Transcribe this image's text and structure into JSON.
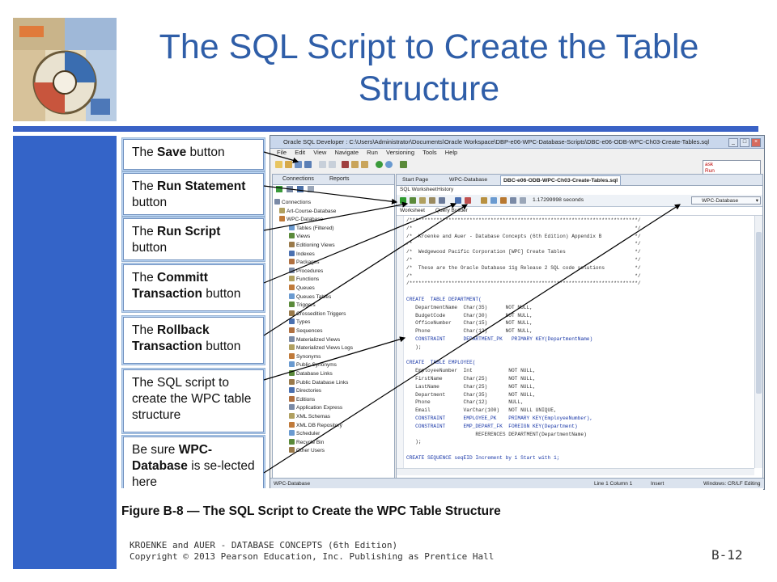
{
  "slide": {
    "title": "The SQL Script to Create the Table Structure",
    "footer_line1": "KROENKE and AUER - DATABASE CONCEPTS (6th Edition)",
    "footer_line2": "Copyright © 2013 Pearson Education, Inc. Publishing as Prentice Hall",
    "page_number": "B-12",
    "caption": "Figure B-8 — The SQL Script to Create the WPC Table Structure",
    "accent_color": "#2f5ea8",
    "bar_color": "#3464c8"
  },
  "callouts": [
    {
      "pre": "The ",
      "bold": "Save",
      "post": " button"
    },
    {
      "pre": "The ",
      "bold": "Run Statement",
      "post": " button"
    },
    {
      "pre": "The ",
      "bold": "Run Script",
      "post": " button"
    },
    {
      "pre": "The ",
      "bold": "Committ Transaction",
      "post": " button"
    },
    {
      "pre": "The ",
      "bold": "Rollback Transaction",
      "post": " button"
    },
    {
      "pre": "The SQL script to create the WPC table structure",
      "bold": "",
      "post": ""
    },
    {
      "pre": "Be sure ",
      "bold": "WPC-Database",
      "post": " is se-lected here"
    }
  ],
  "app": {
    "window_title": "Oracle SQL Developer : C:\\Users\\Administrator\\Documents\\Oracle Workspace\\DBP-e06-WPC-Database-Scripts\\DBC-e06-ODB-WPC-Ch03-Create-Tables.sql",
    "menus": [
      "File",
      "Edit",
      "View",
      "Navigate",
      "Run",
      "Versioning",
      "Tools",
      "Help"
    ],
    "search_text": "ask\nRun",
    "left_tabs": [
      "Connections",
      "Reports"
    ],
    "tree": [
      "Connections",
      "Art-Course-Database",
      "WPC-Database",
      "Tables (Filtered)",
      "Views",
      "Editioning Views",
      "Indexes",
      "Packages",
      "Procedures",
      "Functions",
      "Queues",
      "Queues Tables",
      "Triggers",
      "Crossedition Triggers",
      "Types",
      "Sequences",
      "Materialized Views",
      "Materialized Views Logs",
      "Synonyms",
      "Public Synonyms",
      "Database Links",
      "Public Database Links",
      "Directories",
      "Editions",
      "Application Express",
      "XML Schemas",
      "XML DB Repository",
      "Scheduler",
      "Recycle Bin",
      "Other Users"
    ],
    "doc_tabs": [
      "Start Page",
      "WPC-Database",
      "DBC-e06-ODB-WPC-Ch03-Create-Tables.sql"
    ],
    "ws_tabs": [
      "SQL Worksheet",
      "History"
    ],
    "elapsed": "1.17299998 seconds",
    "connection": "WPC-Database",
    "sub_tabs": [
      "Worksheet",
      "Query Builder"
    ],
    "code_lines": [
      "/****************************************************************************/",
      "/*                                                                          */",
      "/*  Kroenke and Auer - Database Concepts (6th Edition) Appendix B           */",
      "/*                                                                          */",
      "/*  Wedgewood Pacific Corporation [WPC] Create Tables                       */",
      "/*                                                                          */",
      "/*  These are the Oracle Database 11g Release 2 SQL code solutions          */",
      "/*                                                                          */",
      "/****************************************************************************/",
      "",
      "CREATE  TABLE DEPARTMENT(",
      "   DepartmentName  Char(35)      NOT NULL,",
      "   BudgetCode      Char(30)      NOT NULL,",
      "   OfficeNumber    Char(15)      NOT NULL,",
      "   Phone           Char(12)      NOT NULL,",
      "   CONSTRAINT      DEPARTMENT_PK   PRIMARY KEY(DepartmentName)",
      "   );",
      "",
      "CREATE  TABLE EMPLOYEE(",
      "   EmployeeNumber  Int            NOT NULL,",
      "   FirstName       Char(25)       NOT NULL,",
      "   LastName        Char(25)       NOT NULL,",
      "   Department      Char(35)       NOT NULL,",
      "   Phone           Char(12)       NULL,",
      "   Email           VarChar(100)   NOT NULL UNIQUE,",
      "   CONSTRAINT      EMPLOYEE_PK    PRIMARY KEY(EmployeeNumber),",
      "   CONSTRAINT      EMP_DEPART_FK  FOREIGN KEY(Department)",
      "                       REFERENCES DEPARTMENT(DepartmentName)",
      "   );",
      "",
      "CREATE SEQUENCE seqEID Increment by 1 Start with 1;"
    ],
    "status_left": "WPC-Database",
    "status_items": [
      "Line 1 Column 1",
      "Insert",
      "Windows: CR/LF  Editing"
    ]
  }
}
